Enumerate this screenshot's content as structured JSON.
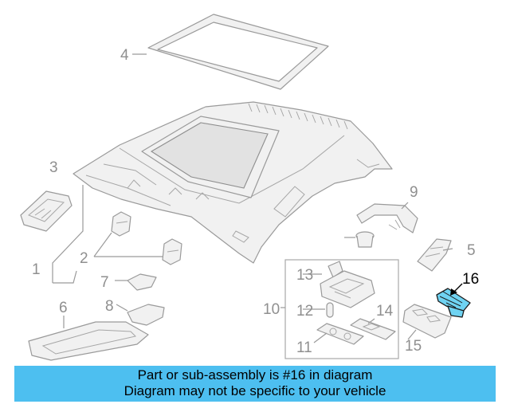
{
  "banner": {
    "line1": "Part or sub-assembly is #16 in diagram",
    "line2": "Diagram may not be specific to your vehicle",
    "background": "#4dbff0"
  },
  "highlight_color": "#6fd3f2",
  "callouts": {
    "c1": "1",
    "c2": "2",
    "c3": "3",
    "c4": "4",
    "c5": "5",
    "c6": "6",
    "c7": "7",
    "c8": "8",
    "c9": "9",
    "c10": "10",
    "c11": "11",
    "c12": "12",
    "c13": "13",
    "c14": "14",
    "c15": "15",
    "c16": "16"
  },
  "highlighted_part": "16"
}
